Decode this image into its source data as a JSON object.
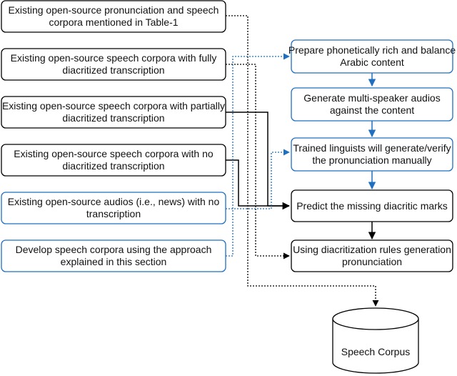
{
  "diagram": {
    "sources": [
      {
        "lines": [
          "Existing open-source pronunciation and speech",
          "corpora mentioned in Table-1"
        ]
      },
      {
        "lines": [
          "Existing open-source speech corpora with fully",
          "diacritized transcription"
        ]
      },
      {
        "lines": [
          "Existing open-source speech corpora with partially",
          "diacritized transcription"
        ]
      },
      {
        "lines": [
          "Existing open-source speech corpora with no",
          "diacritized transcription"
        ]
      },
      {
        "lines": [
          "Existing open-source audios (i.e., news) with no",
          "transcription"
        ]
      },
      {
        "lines": [
          "Develop speech corpora using the approach",
          "explained in this section"
        ]
      }
    ],
    "steps": [
      {
        "lines": [
          "Prepare phonetically rich and balance",
          "Arabic content"
        ]
      },
      {
        "lines": [
          "Generate multi-speaker audios",
          "against the content"
        ]
      },
      {
        "lines": [
          "Trained linguists will generate/verify",
          "the pronunciation manually"
        ]
      },
      {
        "lines": [
          "Predict the missing diacritic marks"
        ]
      },
      {
        "lines": [
          "Using diacritization rules generation",
          "pronunciation"
        ]
      }
    ],
    "output": {
      "label": "Speech Corpus"
    },
    "colors": {
      "black": "#000000",
      "blue": "#1f6fc0"
    }
  }
}
